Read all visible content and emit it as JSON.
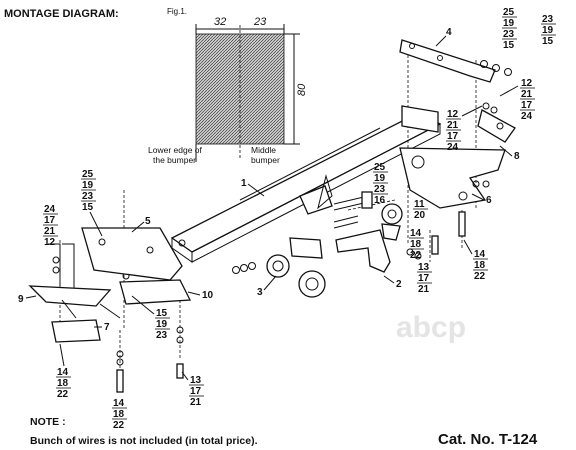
{
  "header": {
    "title": "MONTAGE DIAGRAM:"
  },
  "figure": {
    "label": "Fig.1.",
    "dimensions": {
      "left": "32",
      "right": "23",
      "height": "80"
    },
    "captions": {
      "lower_edge": [
        "Lower edge of",
        "the bumper"
      ],
      "middle": [
        "Middle",
        "bumper"
      ]
    }
  },
  "footer": {
    "note_label": "NOTE :",
    "note_text": "Bunch of wires is not included (in total price).",
    "catalog": "Cat. No. T-124"
  },
  "callouts": {
    "part1": "1",
    "part2": "2",
    "part3": "3",
    "part4": "4",
    "part5": "5",
    "part6": "6",
    "part7": "7",
    "part8": "8",
    "part9": "9",
    "part10": "10"
  },
  "stacks": {
    "s_25_19_23_15_top": [
      "25",
      "19",
      "23",
      "15"
    ],
    "s_23_19_15_top": [
      "23",
      "19",
      "15"
    ],
    "s_12_21_17_24_right": [
      "12",
      "21",
      "17",
      "24"
    ],
    "s_12_21_17_24_mid": [
      "12",
      "21",
      "17",
      "24"
    ],
    "s_25_19_23_16": [
      "25",
      "19",
      "23",
      "16"
    ],
    "s_11_20": [
      "11",
      "20"
    ],
    "s_14_18_22_a": [
      "14",
      "18",
      "22"
    ],
    "s_14_18_22_b": [
      "14",
      "18",
      "22"
    ],
    "s_13_17_21_a": [
      "13",
      "17",
      "21"
    ],
    "s_25_19_23_15_left": [
      "25",
      "19",
      "23",
      "15"
    ],
    "s_24_17_21_12_left": [
      "24",
      "17",
      "21",
      "12"
    ],
    "s_15_19_23": [
      "15",
      "19",
      "23"
    ],
    "s_14_18_22_c": [
      "14",
      "18",
      "22"
    ],
    "s_14_18_22_d": [
      "14",
      "18",
      "22"
    ],
    "s_13_17_21_b": [
      "13",
      "17",
      "21"
    ]
  },
  "watermark": {
    "text": "abcp"
  }
}
